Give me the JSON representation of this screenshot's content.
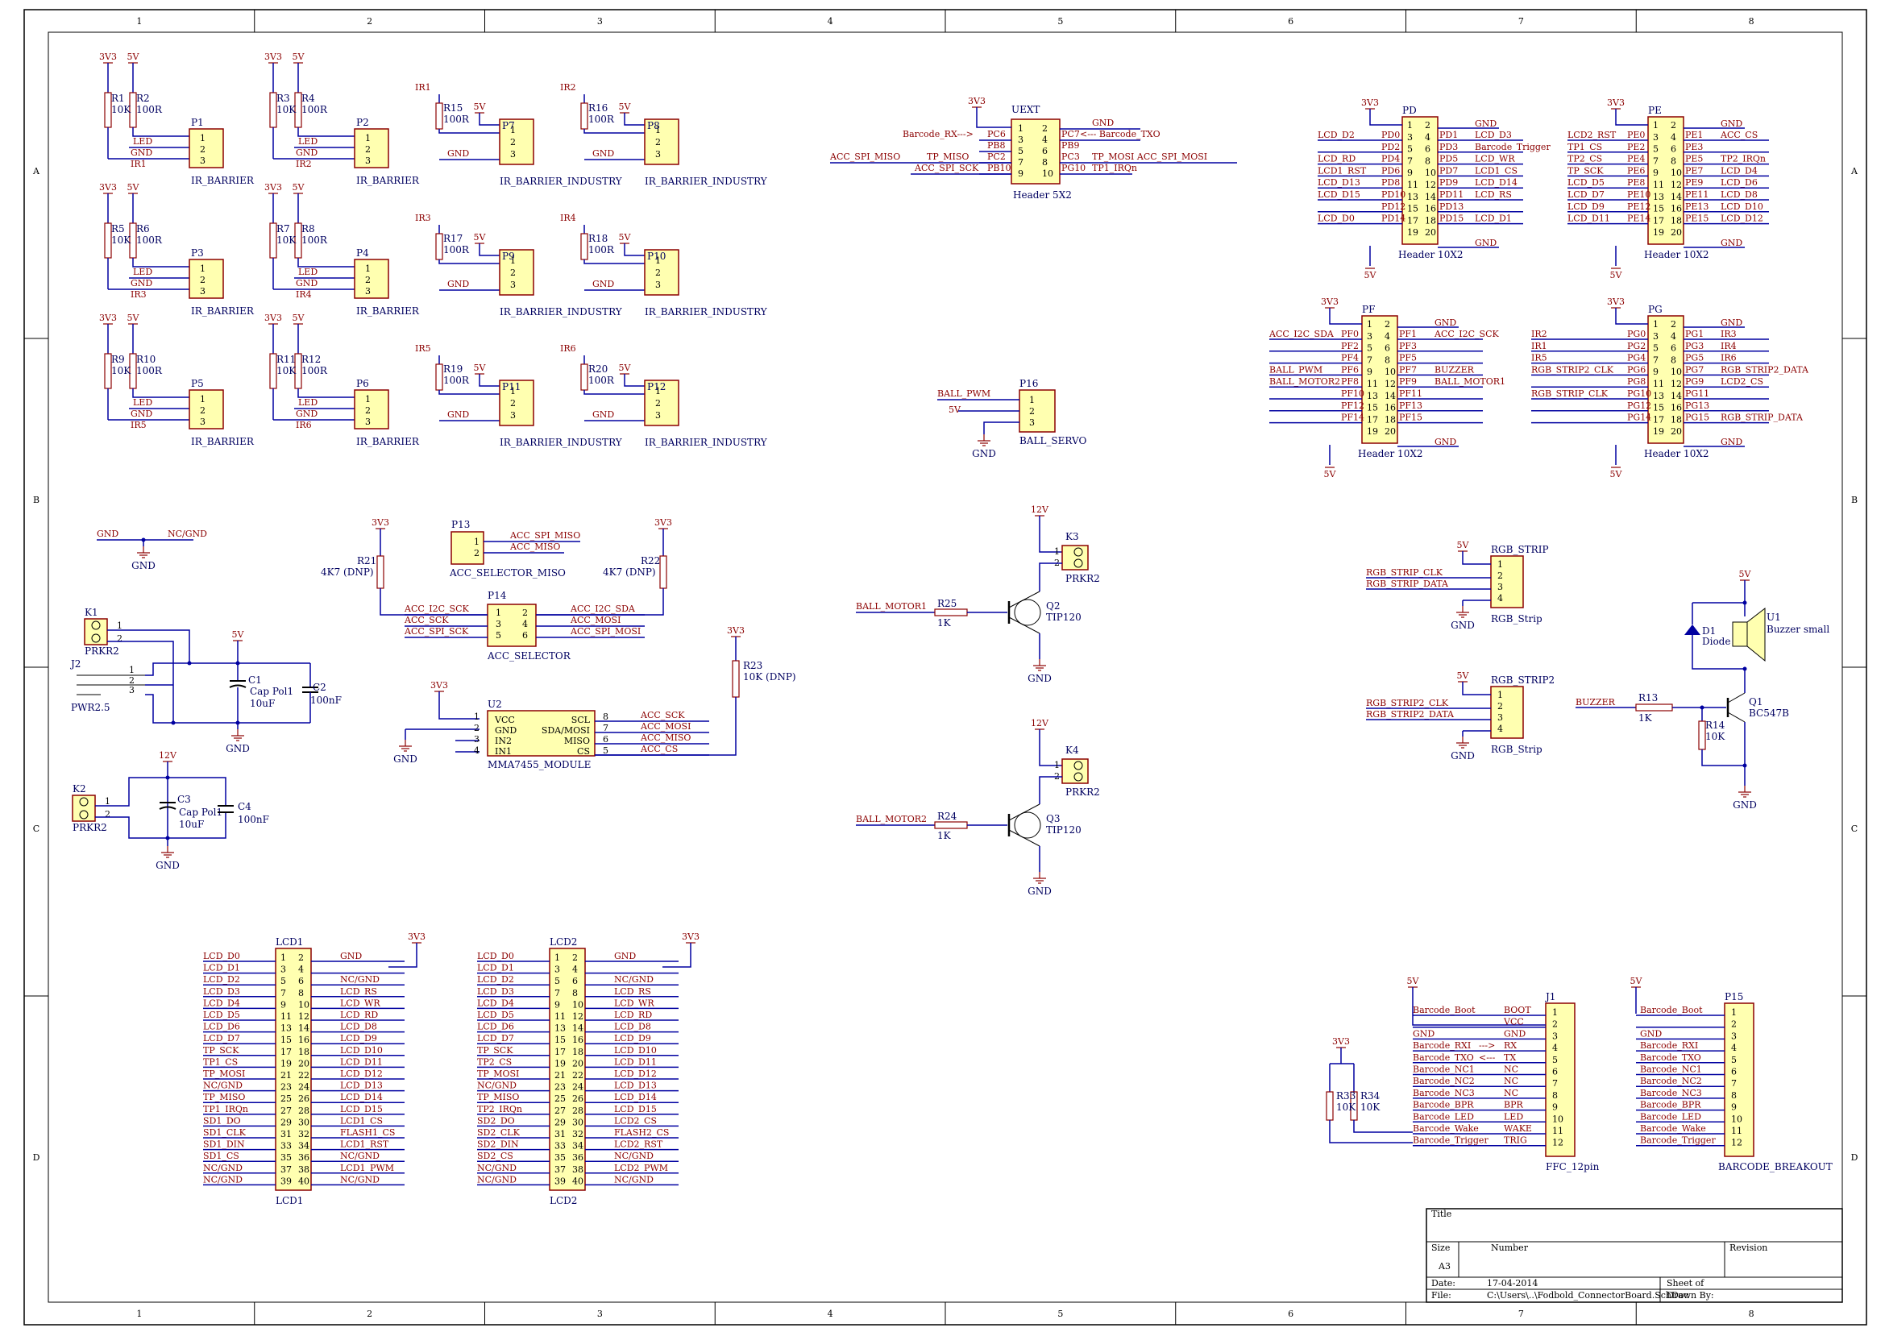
{
  "grid": {
    "columns": [
      "1",
      "2",
      "3",
      "4",
      "5",
      "6",
      "7",
      "8"
    ],
    "rows": [
      "A",
      "B",
      "C",
      "D"
    ]
  },
  "colors": {
    "wire": "#0000a0",
    "body": "#ffffb0",
    "outline": "#8b0000",
    "netlabel": "#8b0000",
    "designator": "#000060"
  },
  "power": {
    "v33": "3V3",
    "v5": "5V",
    "v12": "12V",
    "gnd": "GND"
  },
  "ir_blocks": [
    {
      "r1": "R1",
      "r2": "R2",
      "rv1": "10K",
      "rv2": "100R",
      "p": "P1",
      "sig": "IR1",
      "val": "IR_BARRIER"
    },
    {
      "r1": "R3",
      "r2": "R4",
      "rv1": "10K",
      "rv2": "100R",
      "p": "P2",
      "sig": "IR2",
      "val": "IR_BARRIER"
    },
    {
      "r1": "R5",
      "r2": "R6",
      "rv1": "10K",
      "rv2": "100R",
      "p": "P3",
      "sig": "IR3",
      "val": "IR_BARRIER"
    },
    {
      "r1": "R7",
      "r2": "R8",
      "rv1": "10K",
      "rv2": "100R",
      "p": "P4",
      "sig": "IR4",
      "val": "IR_BARRIER"
    },
    {
      "r1": "R9",
      "r2": "R10",
      "rv1": "10K",
      "rv2": "100R",
      "p": "P5",
      "sig": "IR5",
      "val": "IR_BARRIER"
    },
    {
      "r1": "R11",
      "r2": "R12",
      "rv1": "10K",
      "rv2": "100R",
      "p": "P6",
      "sig": "IR6",
      "val": "IR_BARRIER"
    }
  ],
  "ir_industry": [
    {
      "r": "R15",
      "rv": "100R",
      "p": "P7",
      "sig": "IR1",
      "val": "IR_BARRIER_INDUSTRY"
    },
    {
      "r": "R16",
      "rv": "100R",
      "p": "P8",
      "sig": "IR2",
      "val": "IR_BARRIER_INDUSTRY"
    },
    {
      "r": "R17",
      "rv": "100R",
      "p": "P9",
      "sig": "IR3",
      "val": "IR_BARRIER_INDUSTRY"
    },
    {
      "r": "R18",
      "rv": "100R",
      "p": "P10",
      "sig": "IR4",
      "val": "IR_BARRIER_INDUSTRY"
    },
    {
      "r": "R19",
      "rv": "100R",
      "p": "P11",
      "sig": "IR5",
      "val": "IR_BARRIER_INDUSTRY"
    },
    {
      "r": "R20",
      "rv": "100R",
      "p": "P12",
      "sig": "IR6",
      "val": "IR_BARRIER_INDUSTRY"
    }
  ],
  "pin_labels": {
    "led": "LED",
    "gnd": "GND"
  },
  "uext": {
    "ref": "UEXT",
    "val": "Header 5X2",
    "left": [
      "Barcode_RX",
      "",
      "ACC_SPI_MISO",
      ""
    ],
    "left_pins": [
      "PC6",
      "PB8",
      "PC2",
      "PB10"
    ],
    "right_pins": [
      "PC7",
      "PB9",
      "PC3",
      "PG10"
    ],
    "right": [
      "GND",
      "Barcode_TXO",
      "",
      "TP_MOSI  ACC_SPI_MOSI",
      "TP1_IRQn"
    ],
    "inner_left": [
      "TP_MISO",
      "ACC_SPI_SCK"
    ],
    "arrow_in": "--->",
    "arrow_out": "<---"
  },
  "pd": {
    "ref": "PD",
    "val": "Header 10X2",
    "left": [
      "LCD_D2",
      "",
      "LCD_RD",
      "LCD1_RST",
      "LCD_D13",
      "LCD_D15",
      "",
      "LCD_D0"
    ],
    "lpins": [
      "PD0",
      "PD2",
      "PD4",
      "PD6",
      "PD8",
      "PD10",
      "PD12",
      "PD14"
    ],
    "rpins": [
      "PD1",
      "PD3",
      "PD5",
      "PD7",
      "PD9",
      "PD11",
      "PD13",
      "PD15"
    ],
    "right": [
      "LCD_D3",
      "Barcode_Trigger",
      "LCD_WR",
      "LCD1_CS",
      "LCD_D14",
      "LCD_RS",
      "",
      "LCD_D1"
    ]
  },
  "pe": {
    "ref": "PE",
    "val": "Header 10X2",
    "left": [
      "LCD2_RST",
      "TP1_CS",
      "TP2_CS",
      "TP_SCK",
      "LCD_D5",
      "LCD_D7",
      "LCD_D9",
      "LCD_D11"
    ],
    "lpins": [
      "PE0",
      "PE2",
      "PE4",
      "PE6",
      "PE8",
      "PE10",
      "PE12",
      "PE14"
    ],
    "rpins": [
      "PE1",
      "PE3",
      "PE5",
      "PE7",
      "PE9",
      "PE11",
      "PE13",
      "PE15"
    ],
    "right": [
      "ACC_CS",
      "",
      "TP2_IRQn",
      "LCD_D4",
      "LCD_D6",
      "LCD_D8",
      "LCD_D10",
      "LCD_D12"
    ]
  },
  "pf": {
    "ref": "PF",
    "val": "Header 10X2",
    "left": [
      "ACC_I2C_SDA",
      "",
      "",
      "BALL_PWM",
      "BALL_MOTOR2",
      "",
      "",
      ""
    ],
    "lpins": [
      "PF0",
      "PF2",
      "PF4",
      "PF6",
      "PF8",
      "PF10",
      "PF12",
      "PF14"
    ],
    "rpins": [
      "PF1",
      "PF3",
      "PF5",
      "PF7",
      "PF9",
      "PF11",
      "PF13",
      "PF15"
    ],
    "right": [
      "ACC_I2C_SCK",
      "",
      "",
      "BUZZER",
      "BALL_MOTOR1",
      "",
      "",
      ""
    ]
  },
  "pg": {
    "ref": "PG",
    "val": "Header 10X2",
    "left": [
      "IR2",
      "IR1",
      "IR5",
      "RGB_STRIP2_CLK",
      "",
      "RGB_STRIP_CLK",
      "",
      ""
    ],
    "lpins": [
      "PG0",
      "PG2",
      "PG4",
      "PG6",
      "PG8",
      "PG10",
      "PG12",
      "PG14"
    ],
    "rpins": [
      "PG1",
      "PG3",
      "PG5",
      "PG7",
      "PG9",
      "PG11",
      "PG13",
      "PG15"
    ],
    "right": [
      "IR3",
      "IR4",
      "IR6",
      "RGB_STRIP2_DATA",
      "LCD2_CS",
      "",
      "",
      "RGB_STRIP_DATA"
    ]
  },
  "p16": {
    "ref": "P16",
    "val": "BALL_SERVO",
    "sig": "BALL_PWM"
  },
  "misc": {
    "gnd": "GND",
    "ncgnd": "NC/GND"
  },
  "k1": {
    "ref": "K1",
    "val": "PRKR2"
  },
  "j2": {
    "ref": "J2",
    "val": "PWR2.5"
  },
  "c1": {
    "ref": "C1",
    "val": "Cap Pol1",
    "val2": "10uF"
  },
  "c2": {
    "ref": "C2",
    "val": "100nF"
  },
  "k2": {
    "ref": "K2",
    "val": "PRKR2"
  },
  "c3": {
    "ref": "C3",
    "val": "Cap Pol1",
    "val2": "10uF"
  },
  "c4": {
    "ref": "C4",
    "val": "100nF"
  },
  "r21": {
    "ref": "R21",
    "val": "4K7 (DNP)"
  },
  "r22": {
    "ref": "R22",
    "val": "4K7 (DNP)"
  },
  "r23": {
    "ref": "R23",
    "val": "10K (DNP)"
  },
  "p13": {
    "ref": "P13",
    "val": "ACC_SELECTOR_MISO",
    "s1": "ACC_SPI_MISO",
    "s2": "ACC_MISO"
  },
  "p14": {
    "ref": "P14",
    "val": "ACC_SELECTOR",
    "left": [
      "ACC_I2C_SCK",
      "ACC_SCK",
      "ACC_SPI_SCK"
    ],
    "right": [
      "ACC_I2C_SDA",
      "ACC_MOSI",
      "ACC_SPI_MOSI"
    ]
  },
  "u2": {
    "ref": "U2",
    "val": "MMA7455_MODULE",
    "lpins": [
      "VCC",
      "GND",
      "IN2",
      "IN1"
    ],
    "rpins": [
      "SCL",
      "SDA/MOSI",
      "MISO",
      "CS"
    ],
    "right": [
      "ACC_SCK",
      "ACC_MOSI",
      "ACC_MISO",
      "ACC_CS"
    ]
  },
  "k3": {
    "ref": "K3",
    "val": "PRKR2"
  },
  "k4": {
    "ref": "K4",
    "val": "PRKR2"
  },
  "q2": {
    "ref": "Q2",
    "val": "TIP120",
    "r": "R25",
    "rv": "1K",
    "sig": "BALL_MOTOR1"
  },
  "q3": {
    "ref": "Q3",
    "val": "TIP120",
    "r": "R24",
    "rv": "1K",
    "sig": "BALL_MOTOR2"
  },
  "rgb1": {
    "ref": "RGB_STRIP",
    "val": "RGB_Strip",
    "clk": "RGB_STRIP_CLK",
    "data": "RGB_STRIP_DATA"
  },
  "rgb2": {
    "ref": "RGB_STRIP2",
    "val": "RGB_Strip",
    "clk": "RGB_STRIP2_CLK",
    "data": "RGB_STRIP2_DATA"
  },
  "buzzer": {
    "d": "D1",
    "dv": "Diode",
    "u": "U1",
    "uv": "Buzzer small",
    "q": "Q1",
    "qv": "BC547B",
    "r13": "R13",
    "r13v": "1K",
    "r14": "R14",
    "r14v": "10K",
    "sig": "BUZZER"
  },
  "lcd1": {
    "ref": "LCD1",
    "left": [
      "LCD_D0",
      "LCD_D1",
      "LCD_D2",
      "LCD_D3",
      "LCD_D4",
      "LCD_D5",
      "LCD_D6",
      "LCD_D7",
      "TP_SCK",
      "TP1_CS",
      "TP_MOSI",
      "NC/GND",
      "TP_MISO",
      "TP1_IRQn",
      "SD1_DO",
      "SD1_CLK",
      "SD1_DIN",
      "SD1_CS",
      "NC/GND",
      "NC/GND"
    ],
    "right": [
      "GND",
      "",
      "NC/GND",
      "LCD_RS",
      "LCD_WR",
      "LCD_RD",
      "LCD_D8",
      "LCD_D9",
      "LCD_D10",
      "LCD_D11",
      "LCD_D12",
      "LCD_D13",
      "LCD_D14",
      "LCD_D15",
      "LCD1_CS",
      "FLASH1_CS",
      "LCD1_RST",
      "NC/GND",
      "LCD1_PWM",
      "NC/GND"
    ]
  },
  "lcd2": {
    "ref": "LCD2",
    "left": [
      "LCD_D0",
      "LCD_D1",
      "LCD_D2",
      "LCD_D3",
      "LCD_D4",
      "LCD_D5",
      "LCD_D6",
      "LCD_D7",
      "TP_SCK",
      "TP2_CS",
      "TP_MOSI",
      "NC/GND",
      "TP_MISO",
      "TP2_IRQn",
      "SD2_DO",
      "SD2_CLK",
      "SD2_DIN",
      "SD2_CS",
      "NC/GND",
      "NC/GND"
    ],
    "right": [
      "GND",
      "",
      "NC/GND",
      "LCD_RS",
      "LCD_WR",
      "LCD_RD",
      "LCD_D8",
      "LCD_D9",
      "LCD_D10",
      "LCD_D11",
      "LCD_D12",
      "LCD_D13",
      "LCD_D14",
      "LCD_D15",
      "LCD2_CS",
      "FLASH2_CS",
      "LCD2_RST",
      "NC/GND",
      "LCD2_PWM",
      "NC/GND"
    ]
  },
  "j1": {
    "ref": "J1",
    "val": "FFC_12pin",
    "left": [
      "Barcode_Boot",
      "",
      "GND",
      "Barcode_RXI",
      "Barcode_TXO",
      "Barcode_NC1",
      "Barcode_NC2",
      "Barcode_NC3",
      "Barcode_BPR",
      "Barcode_LED",
      "Barcode_Wake",
      "Barcode_Trigger"
    ],
    "mid": [
      "BOOT",
      "VCC",
      "GND",
      "RX",
      "TX",
      "NC",
      "NC",
      "NC",
      "BPR",
      "LED",
      "WAKE",
      "TRIG"
    ],
    "arr": [
      "",
      "",
      "",
      "--->",
      "<---",
      "",
      "",
      "",
      "",
      "",
      "",
      ""
    ]
  },
  "p15": {
    "ref": "P15",
    "val": "BARCODE_BREAKOUT",
    "left": [
      "Barcode_Boot",
      "",
      "GND",
      "Barcode_RXI",
      "Barcode_TXO",
      "Barcode_NC1",
      "Barcode_NC2",
      "Barcode_NC3",
      "Barcode_BPR",
      "Barcode_LED",
      "Barcode_Wake",
      "Barcode_Trigger"
    ]
  },
  "r33": {
    "ref": "R33",
    "val": "10K"
  },
  "r34": {
    "ref": "R34",
    "val": "10K"
  },
  "titleblock": {
    "title": "Title",
    "size": "Size",
    "size_val": "A3",
    "number": "Number",
    "revision": "Revision",
    "date": "Date:",
    "date_val": "17-04-2014",
    "file": "File:",
    "file_val": "C:\\Users\\..\\Fodbold_ConnectorBoard.SchDoc",
    "sheet": "Sheet   of",
    "drawn": "Drawn By:"
  }
}
